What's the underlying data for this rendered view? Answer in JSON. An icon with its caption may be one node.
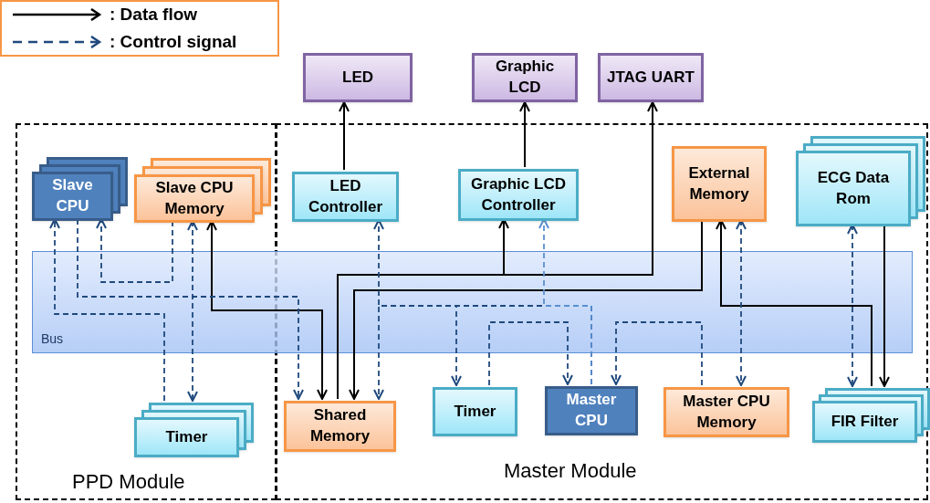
{
  "diagram": {
    "nodes": [
      {
        "text": [
          "LED"
        ]
      },
      {
        "text": [
          "Graphic LCD"
        ]
      },
      {
        "text": [
          "JTAG UART"
        ]
      },
      {
        "text": [
          "PPD Module"
        ]
      },
      {
        "text": [
          "Master Module"
        ]
      },
      {
        "text": [
          "Slave CPU"
        ],
        "in": 3
      },
      {
        "text": [
          "Slave CPU Memory"
        ],
        "in": 3
      },
      {
        "text": [
          "Timer"
        ],
        "in": 3
      },
      {
        "text": [
          "LED Controller"
        ],
        "in": 4
      },
      {
        "text": [
          "Graphic LCD Controller"
        ],
        "in": 4
      },
      {
        "text": [
          "External Memory"
        ],
        "in": 4
      },
      {
        "text": [
          "ECG Data Rom"
        ],
        "in": 4
      },
      {
        "text": [
          "Shared Memory"
        ],
        "in": 4
      },
      {
        "text": [
          "Timer"
        ],
        "in": 4
      },
      {
        "text": [
          "Master CPU"
        ],
        "in": 4
      },
      {
        "text": [
          "Master CPU Memory"
        ],
        "in": 4
      },
      {
        "text": [
          "FIR Filter"
        ],
        "in": 4
      }
    ],
    "edges": [
      {
        "from": 8,
        "to": 0,
        "arrow": "to",
        "color": "#000000"
      },
      {
        "from": 9,
        "to": 1,
        "arrow": "to",
        "color": "#000000"
      },
      {
        "from": 12,
        "to": 2,
        "arrow": "to",
        "color": "#000000"
      },
      {
        "from": 12,
        "to": 9,
        "arrow": "to",
        "color": "#000000"
      },
      {
        "from": 10,
        "to": 12,
        "arrow": "to",
        "color": "#000000"
      },
      {
        "from": 6,
        "to": 12,
        "arrow": "both",
        "color": "#000000"
      },
      {
        "from": 16,
        "to": 10,
        "arrow": "to",
        "color": "#000000"
      },
      {
        "from": 11,
        "to": 16,
        "arrow": "to",
        "color": "#000000"
      },
      {
        "from": 5,
        "to": 12,
        "arrow": "to",
        "style": "dashed"
      },
      {
        "from": 6,
        "to": 5,
        "arrow": "to",
        "style": "dashed"
      },
      {
        "from": 7,
        "to": 5,
        "arrow": "to",
        "style": "dashed"
      },
      {
        "from": 6,
        "to": 7,
        "arrow": "both",
        "style": "dashed"
      },
      {
        "from": 14,
        "to": 8,
        "arrow": "to",
        "style": "dashed"
      },
      {
        "from": 14,
        "to": 12,
        "arrow": "to",
        "style": "dashed"
      },
      {
        "from": 14,
        "to": 13,
        "arrow": "to",
        "style": "dashed"
      },
      {
        "from": 14,
        "to": 9,
        "arrow": "to",
        "style": "dashed",
        "color": "#5b8fd0"
      },
      {
        "from": 13,
        "to": 14,
        "arrow": "to",
        "style": "dashed"
      },
      {
        "from": 15,
        "to": 14,
        "arrow": "to",
        "style": "dashed"
      },
      {
        "from": 10,
        "to": 15,
        "arrow": "both",
        "style": "dashed"
      },
      {
        "from": 11,
        "to": 16,
        "arrow": "both",
        "style": "dashed"
      }
    ],
    "labels": [
      "Bus"
    ],
    "legend": [
      {
        "text": ": Data flow"
      },
      {
        "text": ": Control signal"
      }
    ]
  }
}
